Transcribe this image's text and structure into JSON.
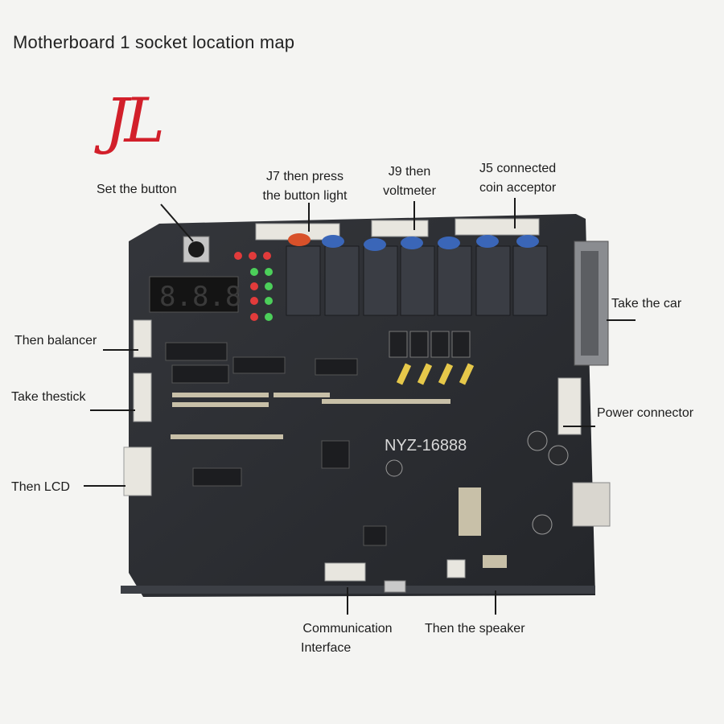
{
  "title": "Motherboard 1 socket location map",
  "logo_text": "JL",
  "board_text": "NYZ-16888",
  "labels": {
    "set_button": "Set the button",
    "j7_line1": "J7 then press",
    "j7_line2": "the button light",
    "j9_line1": "J9 then",
    "j9_line2": "voltmeter",
    "j5_line1": "J5 connected",
    "j5_line2": "coin acceptor",
    "take_car": "Take the car",
    "balancer": "Then balancer",
    "stick": "Take thestick",
    "power": "Power connector",
    "lcd": "Then LCD",
    "comm_line1": "Communication",
    "comm_line2": "Interface",
    "speaker": "Then the speaker"
  },
  "colors": {
    "board": "#2b2d31",
    "relay": "#3a3d44",
    "capacitor": "#3a66b8",
    "led_red": "#e23b3b",
    "led_green": "#4ccf5a",
    "logo": "#d21f2a"
  }
}
